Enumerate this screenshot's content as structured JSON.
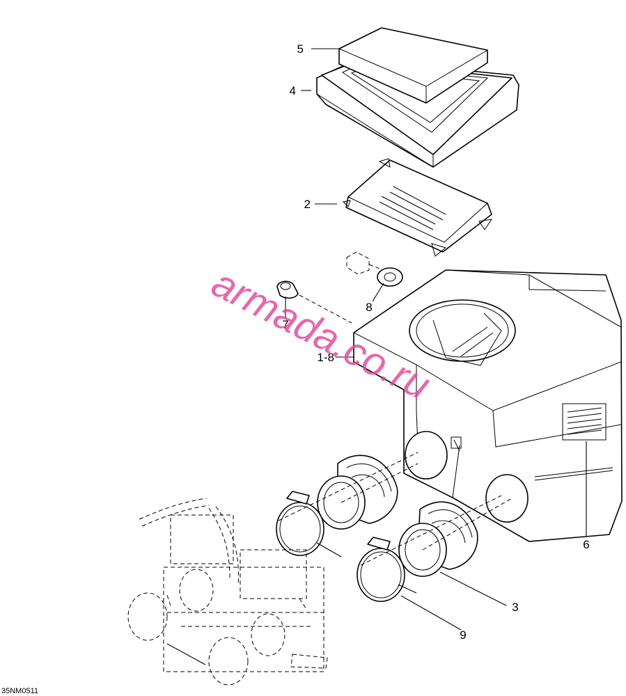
{
  "diagram": {
    "callouts": {
      "c5": "5",
      "c4": "4",
      "c2": "2",
      "c8": "8",
      "c7": "7",
      "c18": "1-8",
      "c6": "6",
      "c3": "3",
      "c9": "9"
    },
    "figure_code": "35NM0511"
  },
  "watermark": {
    "text": "armada.co.ru",
    "color": "#e0479a"
  }
}
